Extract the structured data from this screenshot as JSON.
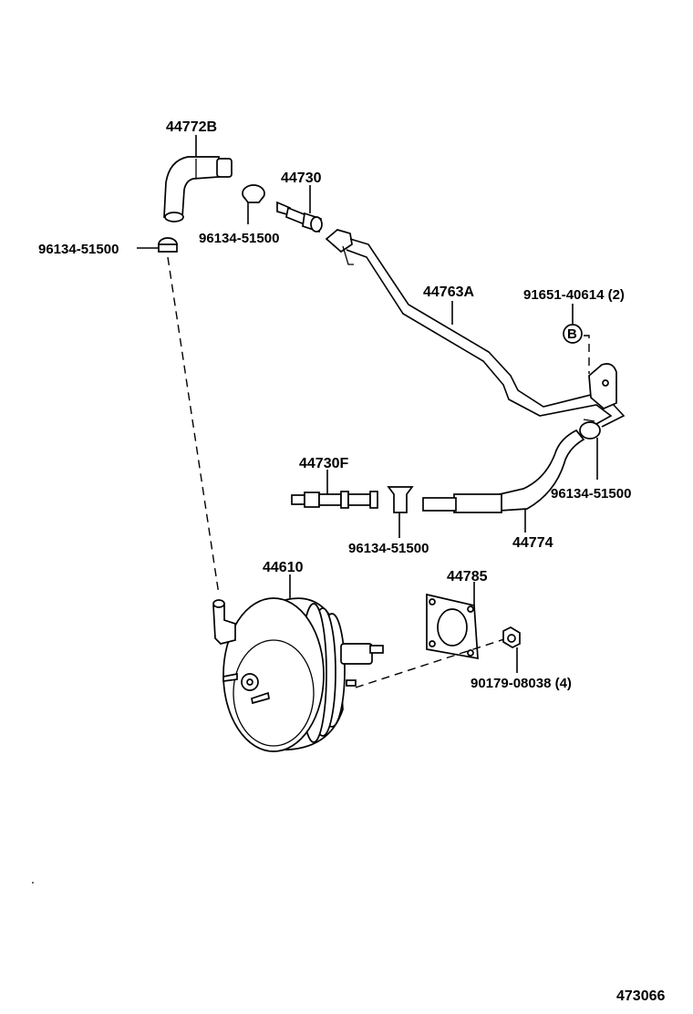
{
  "parts": {
    "hose_elbow": "44772B",
    "clamp_upper_left": "96134-51500",
    "clamp_upper_mid": "96134-51500",
    "check_valve": "44730",
    "tube": "44763A",
    "bolt_bracket": "91651-40614 (2)",
    "bracket_marker": "B",
    "clamp_right": "96134-51500",
    "check_valve_f": "44730F",
    "clamp_lower": "96134-51500",
    "hose_lower": "44774",
    "booster": "44610",
    "gasket": "44785",
    "nut": "90179-08038 (4)"
  },
  "diagram_id": "473066"
}
